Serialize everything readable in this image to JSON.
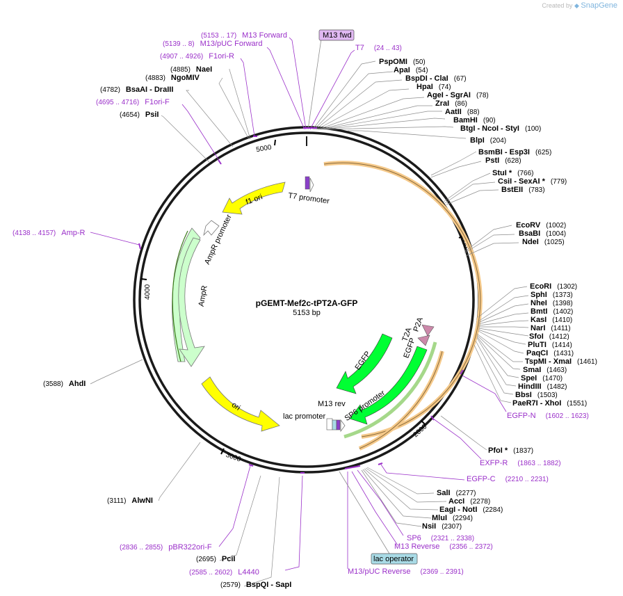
{
  "brand": {
    "created_by": "Created by",
    "name": "SnapGene"
  },
  "plasmid": {
    "name": "pGEMT-Mef2c-tPT2A-GFP",
    "length": "5153 bp",
    "bp": 5153
  },
  "ticks": [
    "1000",
    "2000",
    "3000",
    "4000",
    "5000"
  ],
  "enzymes": [
    {
      "name": "PspOMI",
      "pos": "(50)"
    },
    {
      "name": "ApaI",
      "pos": "(54)"
    },
    {
      "name": "BspDI - ClaI",
      "pos": "(67)"
    },
    {
      "name": "HpaI",
      "pos": "(74)"
    },
    {
      "name": "AgeI - SgrAI",
      "pos": "(78)"
    },
    {
      "name": "ZraI",
      "pos": "(86)"
    },
    {
      "name": "AatII",
      "pos": "(88)"
    },
    {
      "name": "BamHI",
      "pos": "(90)"
    },
    {
      "name": "BtgI - NcoI - StyI",
      "pos": "(100)"
    },
    {
      "name": "BlpI",
      "pos": "(204)"
    },
    {
      "name": "BsmBI - Esp3I",
      "pos": "(625)"
    },
    {
      "name": "PstI",
      "pos": "(628)"
    },
    {
      "name": "StuI *",
      "pos": "(766)"
    },
    {
      "name": "CsiI - SexAI *",
      "pos": "(779)"
    },
    {
      "name": "BstEII",
      "pos": "(783)"
    },
    {
      "name": "EcoRV",
      "pos": "(1002)"
    },
    {
      "name": "BsaBI",
      "pos": "(1004)"
    },
    {
      "name": "NdeI",
      "pos": "(1025)"
    },
    {
      "name": "EcoRI",
      "pos": "(1302)"
    },
    {
      "name": "SphI",
      "pos": "(1373)"
    },
    {
      "name": "NheI",
      "pos": "(1398)"
    },
    {
      "name": "BmtI",
      "pos": "(1402)"
    },
    {
      "name": "KasI",
      "pos": "(1410)"
    },
    {
      "name": "NarI",
      "pos": "(1411)"
    },
    {
      "name": "SfoI",
      "pos": "(1412)"
    },
    {
      "name": "PluTI",
      "pos": "(1414)"
    },
    {
      "name": "PaqCI",
      "pos": "(1431)"
    },
    {
      "name": "TspMI - XmaI",
      "pos": "(1461)"
    },
    {
      "name": "SmaI",
      "pos": "(1463)"
    },
    {
      "name": "SpeI",
      "pos": "(1470)"
    },
    {
      "name": "HindIII",
      "pos": "(1482)"
    },
    {
      "name": "BbsI",
      "pos": "(1503)"
    },
    {
      "name": "PaeR7I - XhoI",
      "pos": "(1551)"
    },
    {
      "name": "PfoI *",
      "pos": "(1837)"
    },
    {
      "name": "SalI",
      "pos": "(2277)"
    },
    {
      "name": "AccI",
      "pos": "(2278)"
    },
    {
      "name": "EagI - NotI",
      "pos": "(2284)"
    },
    {
      "name": "MluI",
      "pos": "(2294)"
    },
    {
      "name": "NsiI",
      "pos": "(2307)"
    },
    {
      "name": "BspQI - SapI",
      "pos": "(2579)"
    },
    {
      "name": "PciI",
      "pos": "(2695)"
    },
    {
      "name": "AlwNI",
      "pos": "(3111)"
    },
    {
      "name": "AhdI",
      "pos": "(3588)"
    },
    {
      "name": "PsiI",
      "pos": "(4654)"
    },
    {
      "name": "BsaAI - DraIII",
      "pos": "(4782)"
    },
    {
      "name": "NgoMIV",
      "pos": "(4883)"
    },
    {
      "name": "NaeI",
      "pos": "(4885)"
    }
  ],
  "primers": [
    {
      "name": "M13 Forward",
      "pos": "(5153 .. 17)"
    },
    {
      "name": "M13/pUC Forward",
      "pos": "(5139 .. 8)"
    },
    {
      "name": "F1ori-R",
      "pos": "(4907 .. 4926)"
    },
    {
      "name": "F1ori-F",
      "pos": "(4695 .. 4716)"
    },
    {
      "name": "T7",
      "pos": "(24 .. 43)"
    },
    {
      "name": "Amp-R",
      "pos": "(4138 .. 4157)"
    },
    {
      "name": "EGFP-N",
      "pos": "(1602 .. 1623)"
    },
    {
      "name": "EXFP-R",
      "pos": "(1863 .. 1882)"
    },
    {
      "name": "EGFP-C",
      "pos": "(2210 .. 2231)"
    },
    {
      "name": "SP6",
      "pos": "(2321 .. 2338)"
    },
    {
      "name": "M13 Reverse",
      "pos": "(2356 .. 2372)"
    },
    {
      "name": "M13/pUC Reverse",
      "pos": "(2369 .. 2391)"
    },
    {
      "name": "pBR322ori-F",
      "pos": "(2836 .. 2855)"
    },
    {
      "name": "L4440",
      "pos": "(2585 .. 2602)"
    }
  ],
  "boxed_labels": {
    "m13_fwd": "M13 fwd",
    "lac_operator": "lac operator"
  },
  "features": {
    "t7_promoter": "T7 promoter",
    "f1_ori": "f1 ori",
    "ampr_promoter": "AmpR promoter",
    "ampr": "AmpR",
    "ori": "ori",
    "egfp_a": "EGFP",
    "egfp_b": "EGFP",
    "t2a": "T2A",
    "p2a": "P2A",
    "m13_rev": "M13 rev",
    "lac_promoter": "lac promoter",
    "sp6_promoter": "SP6 promoter"
  },
  "colors": {
    "backbone": "#1a1a1a",
    "enzyme_line": "#8c8c8c",
    "primer": "#9a2fc9",
    "f1_ori": "#ffff00",
    "ampr": "#ccffcc",
    "egfp": "#00ff33",
    "p2a": "#cc88aa",
    "orf": "#f5c98a",
    "m13_box": "#e0b8f2",
    "lac_box": "#a9dbe6"
  }
}
